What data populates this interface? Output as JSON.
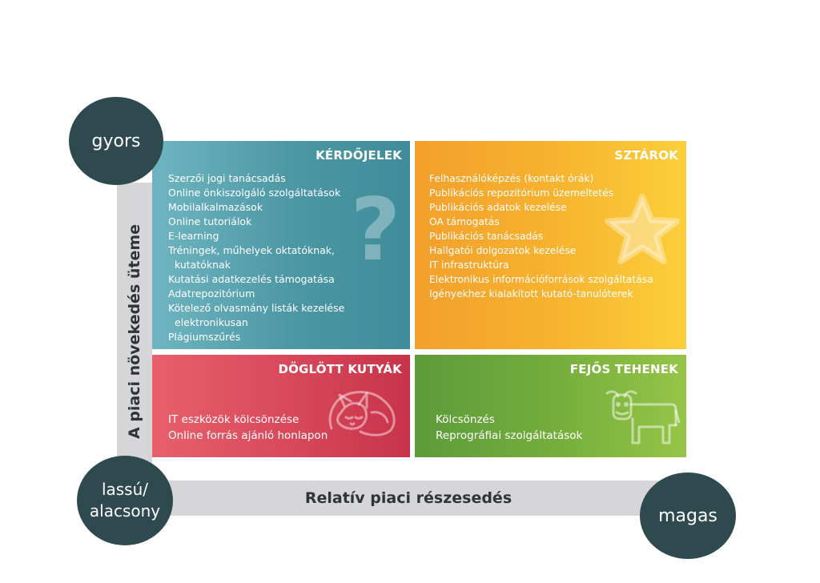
{
  "axes": {
    "vertical_label": "A piaci növekedés üteme",
    "horizontal_label": "Relatív piaci részesedés"
  },
  "circles": {
    "fast": "gyors",
    "slow_line1": "lassú/",
    "slow_line2": "alacsony",
    "high": "magas"
  },
  "quadrants": {
    "question_marks": {
      "title": "KÉRDŐJELEK",
      "icon": "question-mark-icon",
      "color": "#4c97a4",
      "items": [
        "Szerzői jogi tanácsadás",
        "Online önkiszolgáló szolgáltatások",
        "Mobilalkalmazások",
        "Online tutoriálok",
        "E-learning",
        "Tréningek, műhelyek oktatóknak,",
        "kutatóknak",
        "Kutatási adatkezelés támogatása",
        "Adatrepozitórium",
        "Kötelező olvasmány listák kezelése",
        "elektronikusan",
        "Plágiumszűrés"
      ]
    },
    "stars": {
      "title": "SZTÁROK",
      "icon": "star-icon",
      "color": "#f7b22f",
      "items": [
        "Felhasználóképzés (kontakt órák)",
        "Publikációs repozitórium üzemeltetés",
        "Publikációs adatok kezelése",
        "OA támogatás",
        "Publikációs tanácsadás",
        "Hallgatói dolgozatok kezelése",
        "IT infrastruktúra",
        "Elektronikus információforrások szolgáltatása",
        "Igényekhez kialakított kutató-tanulóterek"
      ]
    },
    "dead_dogs": {
      "title": "DÖGLÖTT KUTYÁK",
      "icon": "sleeping-dog-icon",
      "color": "#d94a5c",
      "items": [
        "IT eszközök kölcsönzése",
        "Online forrás ajánló honlapon"
      ]
    },
    "cash_cows": {
      "title": "FEJŐS TEHENEK",
      "icon": "cow-icon",
      "color": "#74ad3d",
      "items": [
        "Kölcsönzés",
        "Reprográfiai szolgáltatások"
      ]
    }
  }
}
